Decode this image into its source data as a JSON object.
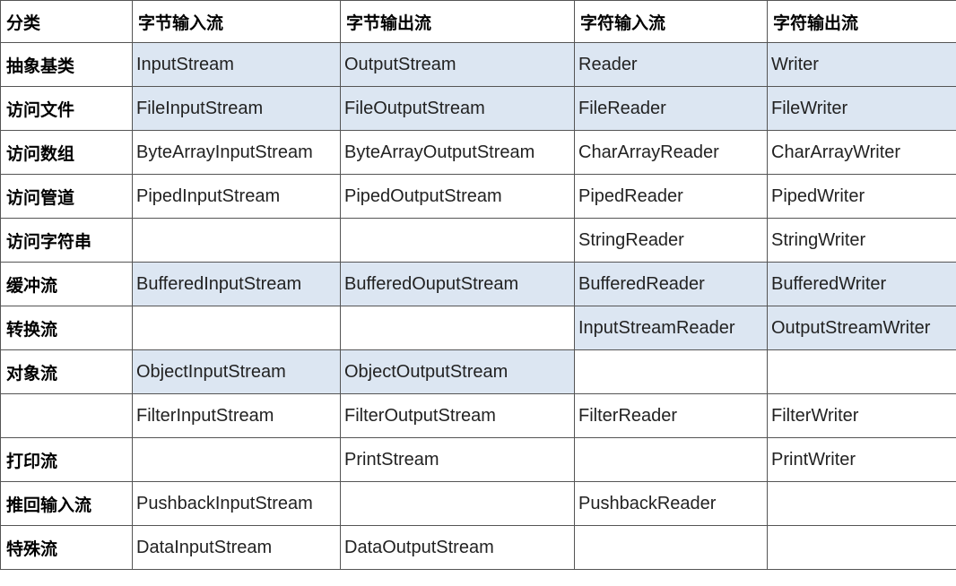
{
  "headers": [
    "分类",
    "字节输入流",
    "字节输出流",
    "字符输入流",
    "字符输出流"
  ],
  "colors": {
    "shaded": "#dce6f2",
    "border": "#555555"
  },
  "rows": [
    {
      "label": "抽象基类",
      "cells": [
        {
          "text": "InputStream",
          "shaded": true
        },
        {
          "text": "OutputStream",
          "shaded": true
        },
        {
          "text": "Reader",
          "shaded": true
        },
        {
          "text": "Writer",
          "shaded": true
        }
      ]
    },
    {
      "label": "访问文件",
      "cells": [
        {
          "text": "FileInputStream",
          "shaded": true
        },
        {
          "text": "FileOutputStream",
          "shaded": true
        },
        {
          "text": "FileReader",
          "shaded": true
        },
        {
          "text": "FileWriter",
          "shaded": true
        }
      ]
    },
    {
      "label": "访问数组",
      "cells": [
        {
          "text": "ByteArrayInputStream",
          "shaded": false
        },
        {
          "text": "ByteArrayOutputStream",
          "shaded": false
        },
        {
          "text": "CharArrayReader",
          "shaded": false
        },
        {
          "text": "CharArrayWriter",
          "shaded": false
        }
      ]
    },
    {
      "label": "访问管道",
      "cells": [
        {
          "text": "PipedInputStream",
          "shaded": false
        },
        {
          "text": "PipedOutputStream",
          "shaded": false
        },
        {
          "text": "PipedReader",
          "shaded": false
        },
        {
          "text": "PipedWriter",
          "shaded": false
        }
      ]
    },
    {
      "label": "访问字符串",
      "cells": [
        {
          "text": "",
          "shaded": false
        },
        {
          "text": "",
          "shaded": false
        },
        {
          "text": "StringReader",
          "shaded": false
        },
        {
          "text": "StringWriter",
          "shaded": false
        }
      ]
    },
    {
      "label": "缓冲流",
      "cells": [
        {
          "text": "BufferedInputStream",
          "shaded": true
        },
        {
          "text": "BufferedOuputStream",
          "shaded": true
        },
        {
          "text": "BufferedReader",
          "shaded": true
        },
        {
          "text": "BufferedWriter",
          "shaded": true
        }
      ]
    },
    {
      "label": "转换流",
      "cells": [
        {
          "text": "",
          "shaded": false
        },
        {
          "text": "",
          "shaded": false
        },
        {
          "text": "InputStreamReader",
          "shaded": true
        },
        {
          "text": "OutputStreamWriter",
          "shaded": true
        }
      ]
    },
    {
      "label": "对象流",
      "cells": [
        {
          "text": "ObjectInputStream",
          "shaded": true
        },
        {
          "text": "ObjectOutputStream",
          "shaded": true
        },
        {
          "text": "",
          "shaded": false
        },
        {
          "text": "",
          "shaded": false
        }
      ]
    },
    {
      "label": "",
      "cells": [
        {
          "text": "FilterInputStream",
          "shaded": false
        },
        {
          "text": "FilterOutputStream",
          "shaded": false
        },
        {
          "text": "FilterReader",
          "shaded": false
        },
        {
          "text": "FilterWriter",
          "shaded": false
        }
      ]
    },
    {
      "label": "打印流",
      "cells": [
        {
          "text": "",
          "shaded": false
        },
        {
          "text": "PrintStream",
          "shaded": false
        },
        {
          "text": "",
          "shaded": false
        },
        {
          "text": "PrintWriter",
          "shaded": false
        }
      ]
    },
    {
      "label": "推回输入流",
      "cells": [
        {
          "text": "PushbackInputStream",
          "shaded": false
        },
        {
          "text": "",
          "shaded": false
        },
        {
          "text": "PushbackReader",
          "shaded": false
        },
        {
          "text": "",
          "shaded": false
        }
      ]
    },
    {
      "label": "特殊流",
      "cells": [
        {
          "text": "DataInputStream",
          "shaded": false
        },
        {
          "text": "DataOutputStream",
          "shaded": false
        },
        {
          "text": "",
          "shaded": false
        },
        {
          "text": "",
          "shaded": false
        }
      ]
    }
  ]
}
